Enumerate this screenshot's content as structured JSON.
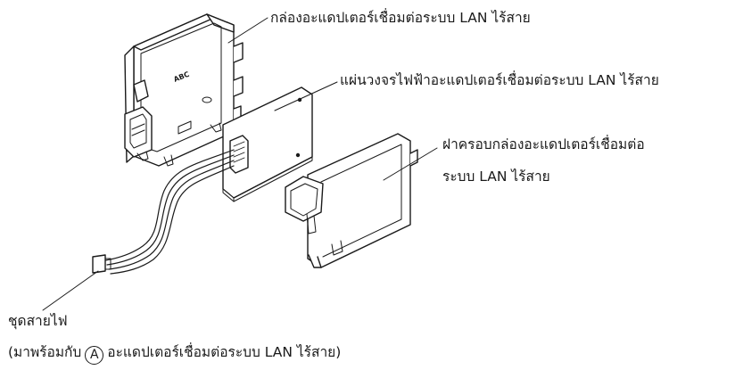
{
  "labels": {
    "box": "กล่องอะแดปเตอร์เชื่อมต่อระบบ LAN ไร้สาย",
    "pcb": "แผ่นวงจรไฟฟ้าอะแดปเตอร์เชื่อมต่อระบบ LAN ไร้สาย",
    "cover_line1": "ฝาครอบกล่องอะแดปเตอร์เชื่อมต่อ",
    "cover_line2": "ระบบ LAN ไร้สาย",
    "wire_title": "ชุดสายไฟ",
    "wire_note_open": "(มาพร้อมกับ",
    "wire_note_marker": "A",
    "wire_note_rest": "อะแดปเตอร์เชื่อมต่อระบบ LAN ไร้สาย)"
  },
  "box_mark": "ABC"
}
